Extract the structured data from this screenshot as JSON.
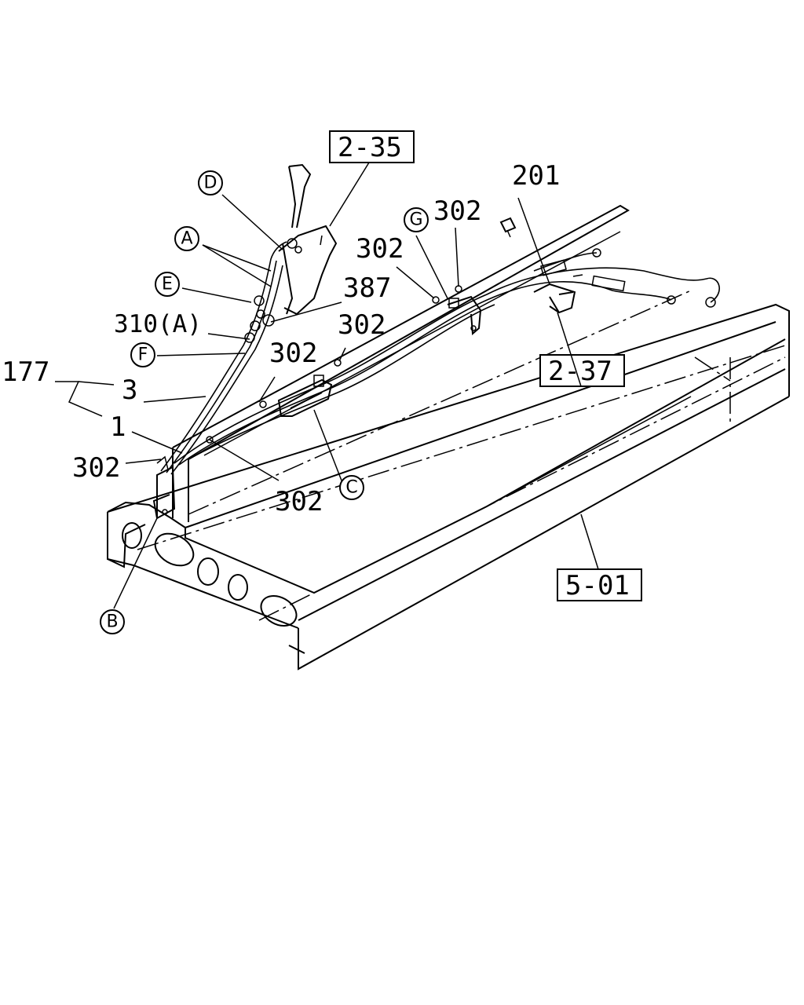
{
  "ref_boxes": {
    "lever_ref": "2-35",
    "bracket_ref": "2-37",
    "frame_ref": "5-01"
  },
  "circle_labels": {
    "A": "A",
    "B": "B",
    "C": "C",
    "D": "D",
    "E": "E",
    "F": "F",
    "G": "G"
  },
  "part_numbers": {
    "p177": "177",
    "p3": "3",
    "p1": "1",
    "p201": "201",
    "p387": "387",
    "p310a": "310(A)",
    "p302_a": "302",
    "p302_b": "302",
    "p302_c": "302",
    "p302_d": "302",
    "p302_e": "302",
    "p302_f": "302"
  }
}
